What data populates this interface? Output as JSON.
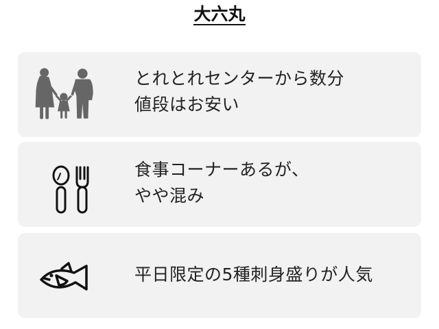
{
  "header": {
    "title": "大六丸"
  },
  "cards": [
    {
      "icon": "family-silhouette-icon",
      "line1": "とれとれセンターから数分",
      "line2": "値段はお安い"
    },
    {
      "icon": "spoon-fork-icon",
      "line1": "食事コーナーあるが、",
      "line2": "やや混み"
    },
    {
      "icon": "fish-icon",
      "line1": "平日限定の5種刺身盛りが人気",
      "line2": ""
    }
  ],
  "colors": {
    "card_bg": "#f2f2f2",
    "silhouette": "#666666",
    "text": "#222222"
  }
}
